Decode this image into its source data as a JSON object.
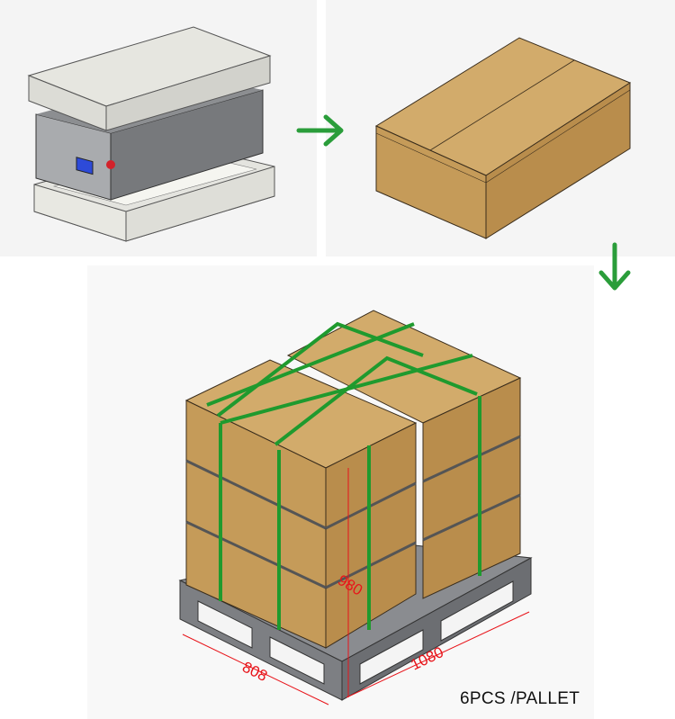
{
  "steps": [
    {
      "label": "battery-in-foam"
    },
    {
      "label": "carton-box"
    },
    {
      "label": "palletized-stack"
    }
  ],
  "arrow_icons": [
    "arrow-right-icon",
    "arrow-down-icon"
  ],
  "dimensions": {
    "width": "808",
    "length": "1080",
    "height": "980"
  },
  "caption": "6PCS /PALLET",
  "colors": {
    "arrow": "#2a9d3a",
    "strap": "#1f9a2e",
    "dimension": "#e8141a",
    "carton": "#c9a062"
  }
}
